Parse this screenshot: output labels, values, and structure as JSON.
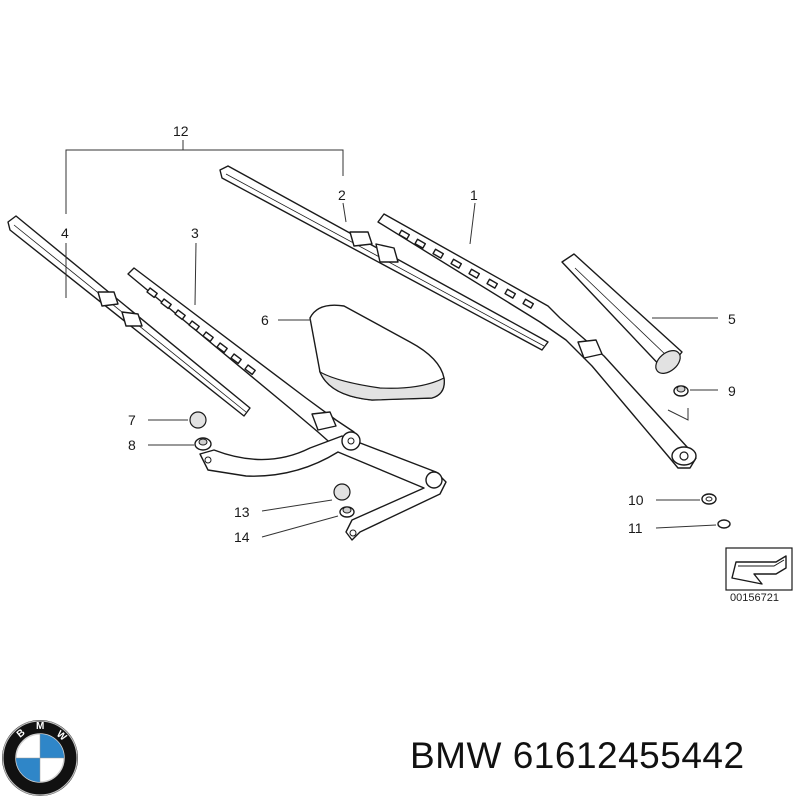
{
  "diagram": {
    "callouts": {
      "c1": "1",
      "c2": "2",
      "c3": "3",
      "c4": "4",
      "c5": "5",
      "c6": "6",
      "c7": "7",
      "c8": "8",
      "c9": "9",
      "c10": "10",
      "c11": "11",
      "c12": "12",
      "c13": "13",
      "c14": "14"
    },
    "reference_number": "00156721"
  },
  "brand": {
    "logo_letters": "BMW",
    "name": "BMW",
    "part_number": "61612455442"
  },
  "colors": {
    "logo_blue": "#2f86c8",
    "logo_ring": "#111111",
    "line": "#1a1a1a"
  }
}
